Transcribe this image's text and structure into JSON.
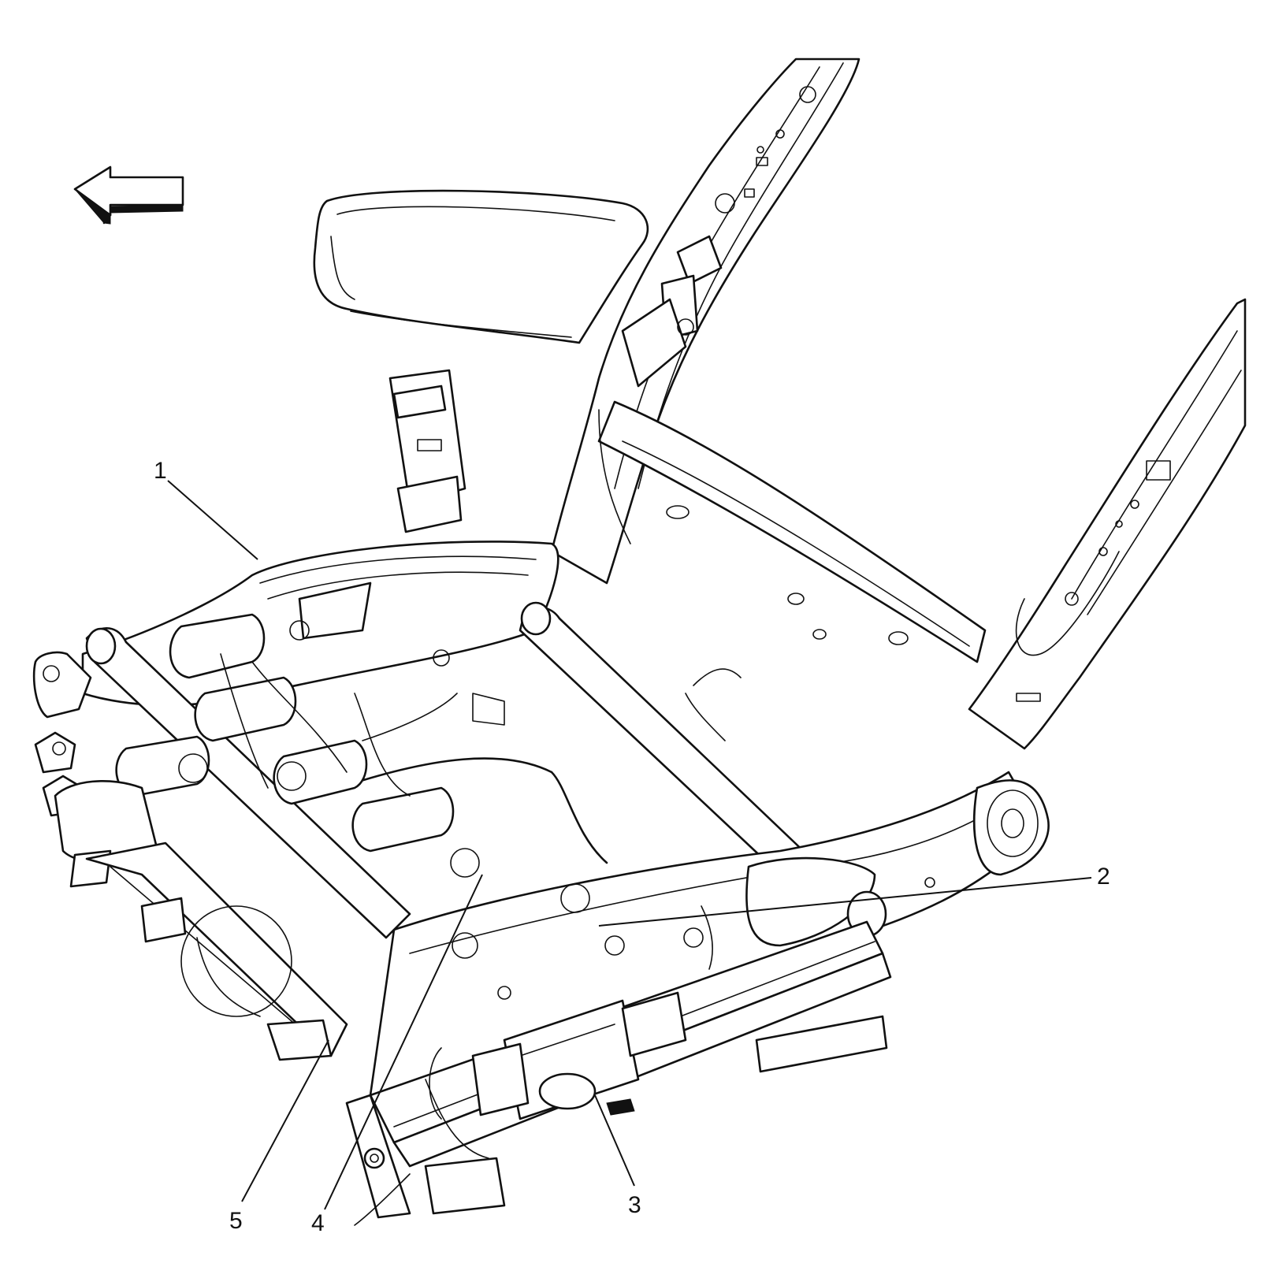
{
  "callouts": [
    {
      "id": "1",
      "label": "1"
    },
    {
      "id": "2",
      "label": "2"
    },
    {
      "id": "3",
      "label": "3"
    },
    {
      "id": "4",
      "label": "4"
    },
    {
      "id": "5",
      "label": "5"
    }
  ],
  "icons": {
    "direction_arrow": "arrow-left-icon"
  }
}
